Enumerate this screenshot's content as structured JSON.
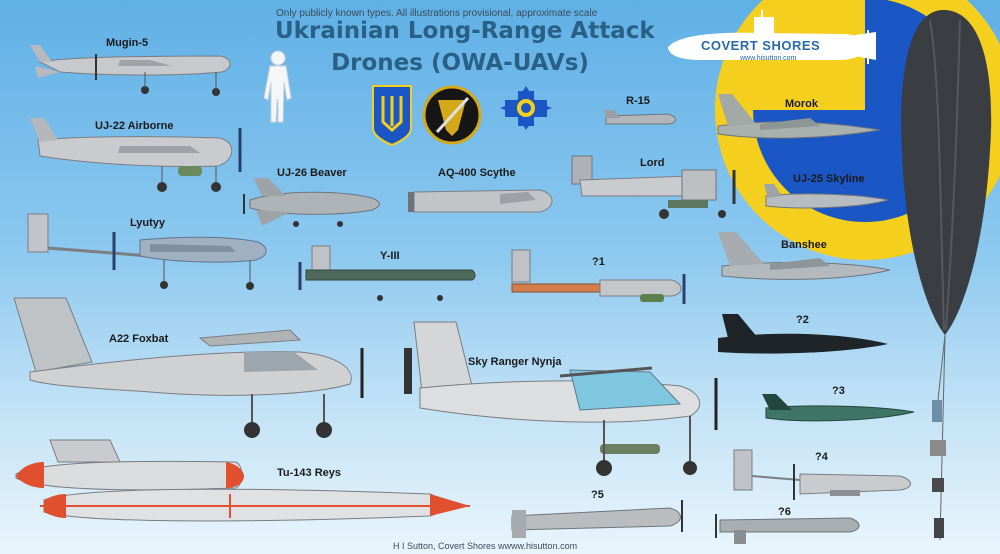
{
  "header": {
    "note": "Only publicly known types. All illustrations provisional, approximate scale",
    "title_line1": "Ukrainian Long-Range Attack",
    "title_line2": "Drones (OWA-UAVs)"
  },
  "brand": {
    "name": "COVERT SHORES",
    "url": "www.hisutton.com"
  },
  "footer": {
    "credit": "H I Sutton, Covert Shores wwww.hisutton.com"
  },
  "drones": {
    "mugin5": "Mugin-5",
    "uj22": "UJ-22 Airborne",
    "uj26": "UJ-26 Beaver",
    "aq400": "AQ-400 Scythe",
    "lyutyy": "Lyutyy",
    "y3": "Y-III",
    "q1": "?1",
    "r15": "R-15",
    "lord": "Lord",
    "morok": "Morok",
    "uj25": "UJ-25 Skyline",
    "banshee": "Banshee",
    "q2": "?2",
    "a22": "A22 Foxbat",
    "skyranger": "Sky Ranger Nynja",
    "q3": "?3",
    "tu143": "Tu-143 Reys",
    "q4": "?4",
    "q5": "?5",
    "q6": "?6"
  },
  "colors": {
    "flag_blue": "#1a56c4",
    "flag_yellow": "#f4cf1d",
    "title_blue": "#2a5f86",
    "balloon": "#3a3d42"
  },
  "icons": [
    "trident-emblem-icon",
    "hur-owl-emblem-icon",
    "sbu-emblem-icon",
    "submarine-logo-icon"
  ]
}
